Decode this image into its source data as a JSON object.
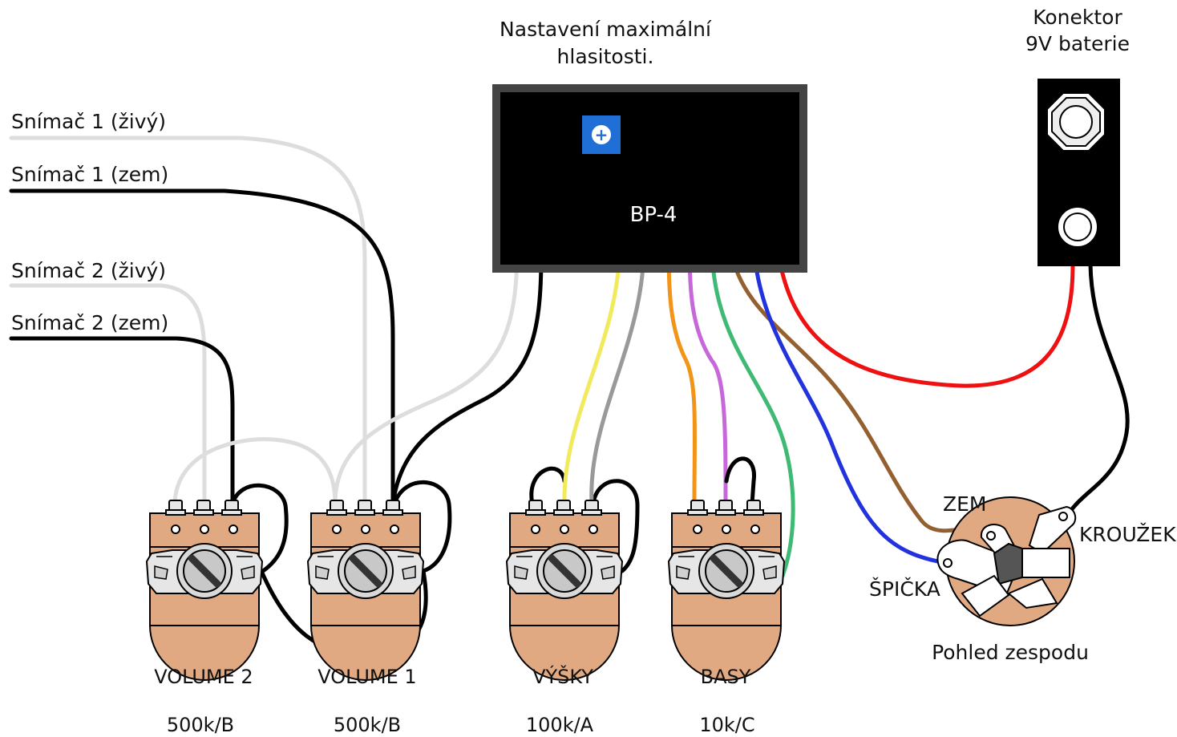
{
  "pickups": {
    "p1_hot": "Snímač  1 (živý)",
    "p1_gnd": "Snímač  1 (zem)",
    "p2_hot": "Snímač  2 (živý)",
    "p2_gnd": "Snímač  2 (zem)"
  },
  "module": {
    "name": "BP-4",
    "trim_caption_line1": "Nastavení maximální",
    "trim_caption_line2": "hlasitosti.",
    "trim_symbol": "+"
  },
  "battery": {
    "caption_line1": "Konektor",
    "caption_line2": "9V baterie"
  },
  "pots": [
    {
      "name": "VOLUME 2",
      "value": "500k/B"
    },
    {
      "name": "VOLUME 1",
      "value": "500k/B"
    },
    {
      "name": "VÝŠKY",
      "value": "100k/A"
    },
    {
      "name": "BASY",
      "value": "10k/C"
    }
  ],
  "jack": {
    "tip": "ŠPIČKA",
    "sleeve": "ZEM",
    "ring": "KROUŽEK",
    "caption": "Pohled zespodu"
  },
  "colors": {
    "white_wire": "#dddddd",
    "black_wire": "#000000",
    "yellow": "#f0ea5c",
    "grey": "#999999",
    "orange": "#f29418",
    "purple": "#c767d9",
    "green": "#3fba75",
    "brown": "#946030",
    "blue": "#2233dd",
    "red": "#ee1111",
    "pot_body": "#e0a982",
    "trim_blue": "#1f6fd6"
  }
}
